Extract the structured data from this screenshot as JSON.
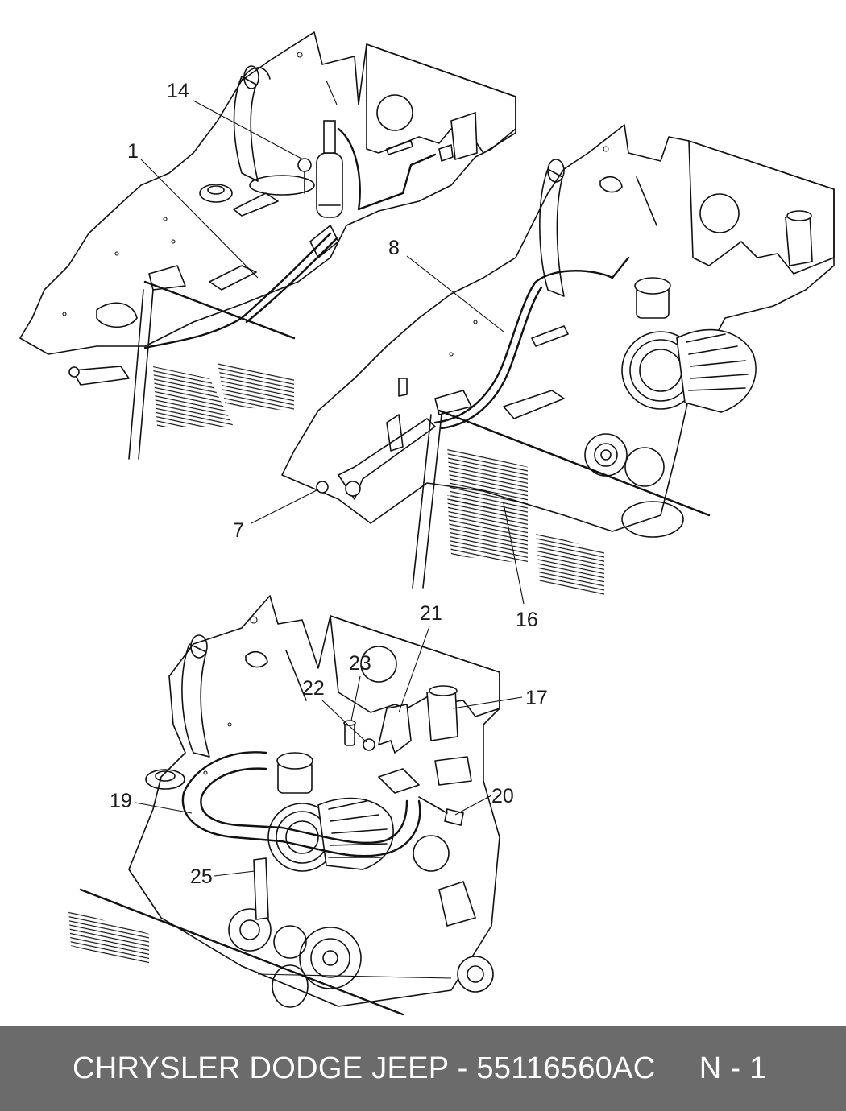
{
  "diagram": {
    "callouts": {
      "c1": "1",
      "c14": "14",
      "c8": "8",
      "c7": "7",
      "c16": "16",
      "c21": "21",
      "c23": "23",
      "c22": "22",
      "c17": "17",
      "c19": "19",
      "c20": "20",
      "c25": "25"
    }
  },
  "footer": {
    "text": "CHRYSLER DODGE JEEP - 55116560AC     N - 1",
    "background": "#6b6b6b",
    "color": "#ffffff"
  }
}
